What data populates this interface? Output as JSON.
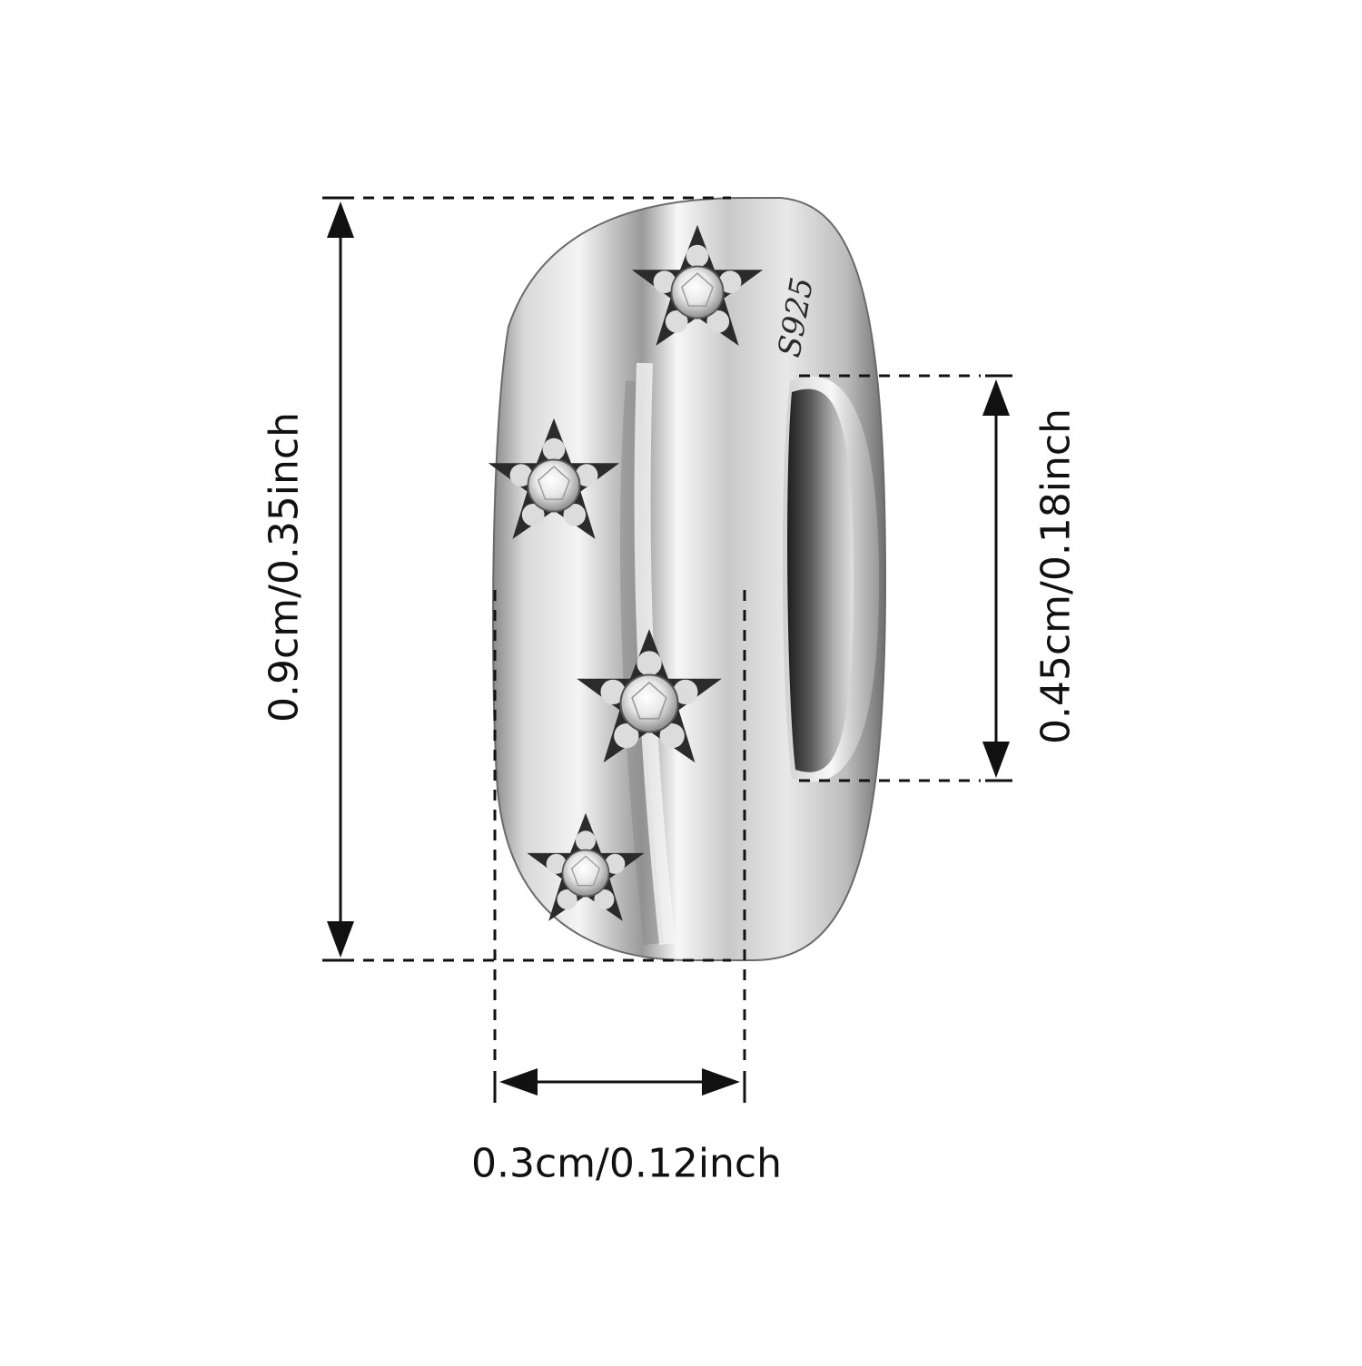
{
  "dimensions": {
    "height_label": "0.9cm/0.35inch",
    "hole_label": "0.45cm/0.18inch",
    "width_label": "0.3cm/0.12inch"
  },
  "engraving": "S925",
  "colors": {
    "silver_light": "#f1f1f1",
    "silver_mid": "#b8b8b8",
    "silver_dark": "#3a3a3a",
    "dimension_line": "#111111",
    "background": "#ffffff"
  },
  "icons": {
    "star": "star-setting-icon",
    "arrow": "arrowhead-icon"
  }
}
